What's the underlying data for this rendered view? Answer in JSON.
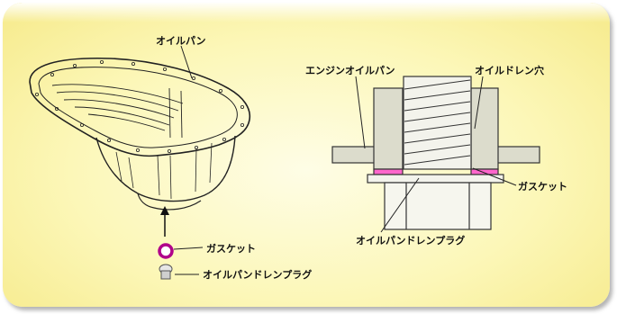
{
  "labels": {
    "oil_pan": "オイルパン",
    "gasket_left": "ガスケット",
    "drain_plug_left": "オイルパンドレンプラグ",
    "engine_oil_pan": "エンジンオイルパン",
    "drain_hole": "オイルドレン穴",
    "gasket_right": "ガスケット",
    "drain_plug_right": "オイルパンドレンプラグ"
  },
  "colors": {
    "background": "#fcf7b8",
    "gasket": "#ff66cc",
    "plug_body": "#f0f0e8",
    "pan_flange": "#dcdccc"
  }
}
